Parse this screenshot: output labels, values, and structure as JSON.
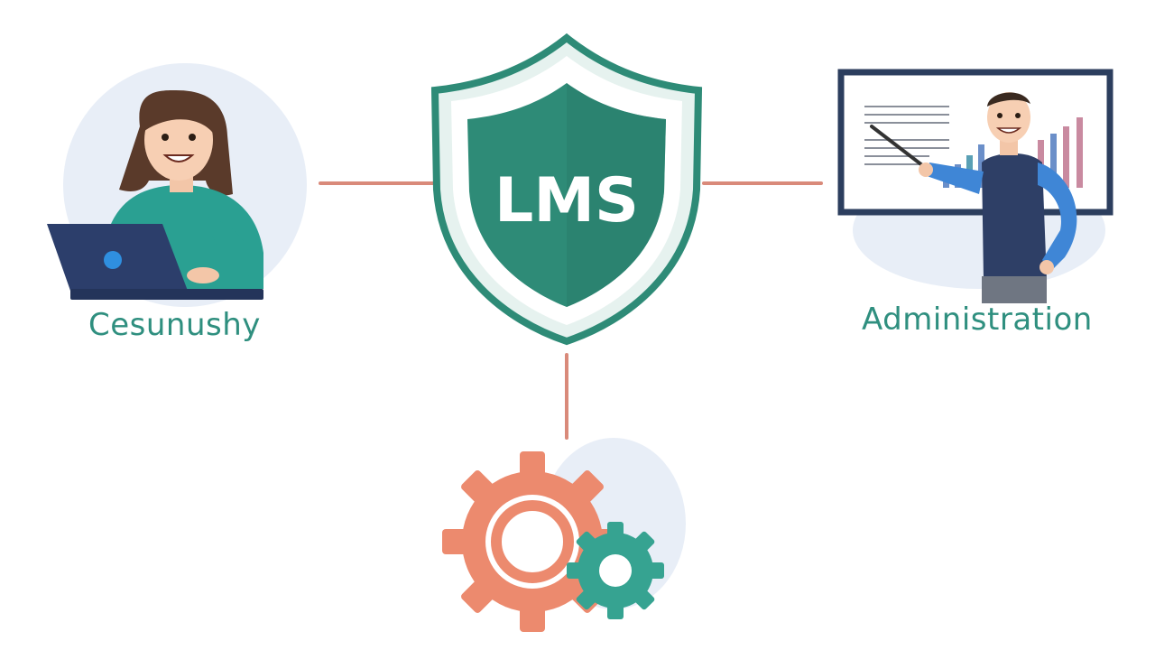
{
  "shield": {
    "text": "LMS"
  },
  "nodes": {
    "learner_label": "Cesunushy",
    "admin_label": "Administration",
    "system_label": ""
  },
  "colors": {
    "shield_green": "#2e8b77",
    "shield_dark": "#237060",
    "connector": "#d98a7a",
    "label_teal": "#2f8f7f",
    "gear_orange": "#ec8a6e",
    "gear_teal": "#36a391",
    "bubble": "#e8eef7",
    "screen_frame": "#2c3e5e"
  },
  "icons": [
    "shield-icon",
    "learner-illustration",
    "laptop-icon",
    "admin-illustration",
    "presentation-board",
    "gear-icon",
    "small-gear-icon"
  ]
}
